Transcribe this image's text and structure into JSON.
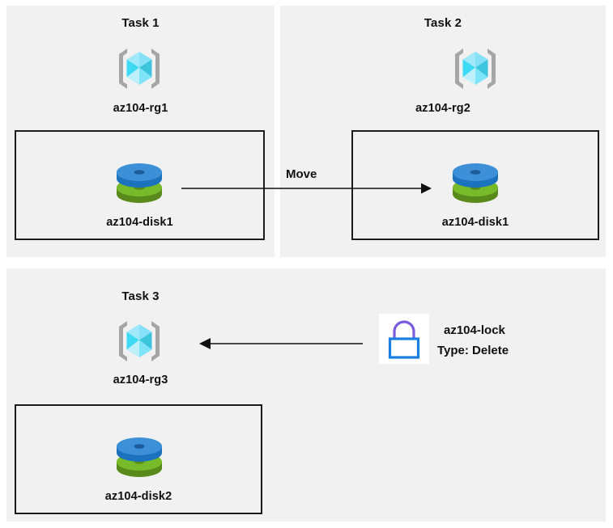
{
  "diagram": {
    "background": "#ffffff",
    "panel_background": "#f1f1f1",
    "accent_blue": "#3b8ad9",
    "accent_green": "#77b82a",
    "cube_cyan": "#79e2f7",
    "lock_blue": "#1a7fe0",
    "lock_shackle": "#7b5ce0",
    "line_color": "#1c1c1c"
  },
  "panels": [
    {
      "id": "task1",
      "title": "Task 1",
      "resource_group": {
        "icon": "resource-group-cube-icon",
        "label": "az104-rg1"
      },
      "resource_box": {
        "resource": {
          "icon": "managed-disk-icon",
          "label": "az104-disk1"
        }
      }
    },
    {
      "id": "task2",
      "title": "Task 2",
      "resource_group": {
        "icon": "resource-group-cube-icon",
        "label": "az104-rg2"
      },
      "resource_box": {
        "resource": {
          "icon": "managed-disk-icon",
          "label": "az104-disk1"
        }
      }
    },
    {
      "id": "task3",
      "title": "Task 3",
      "resource_group": {
        "icon": "resource-group-cube-icon",
        "label": "az104-rg3"
      },
      "resource_box": {
        "resource": {
          "icon": "managed-disk-icon",
          "label": "az104-disk2"
        }
      },
      "lock": {
        "icon": "padlock-icon",
        "name": "az104-lock",
        "type": "Type: Delete"
      }
    }
  ],
  "connectors": [
    {
      "id": "move-arrow",
      "label": "Move",
      "direction": "right",
      "from": "az104-disk1 (az104-rg1)",
      "to": "az104-disk1 (az104-rg2)"
    },
    {
      "id": "lock-arrow",
      "label": "",
      "direction": "left",
      "from": "az104-lock",
      "to": "az104-rg3"
    }
  ]
}
